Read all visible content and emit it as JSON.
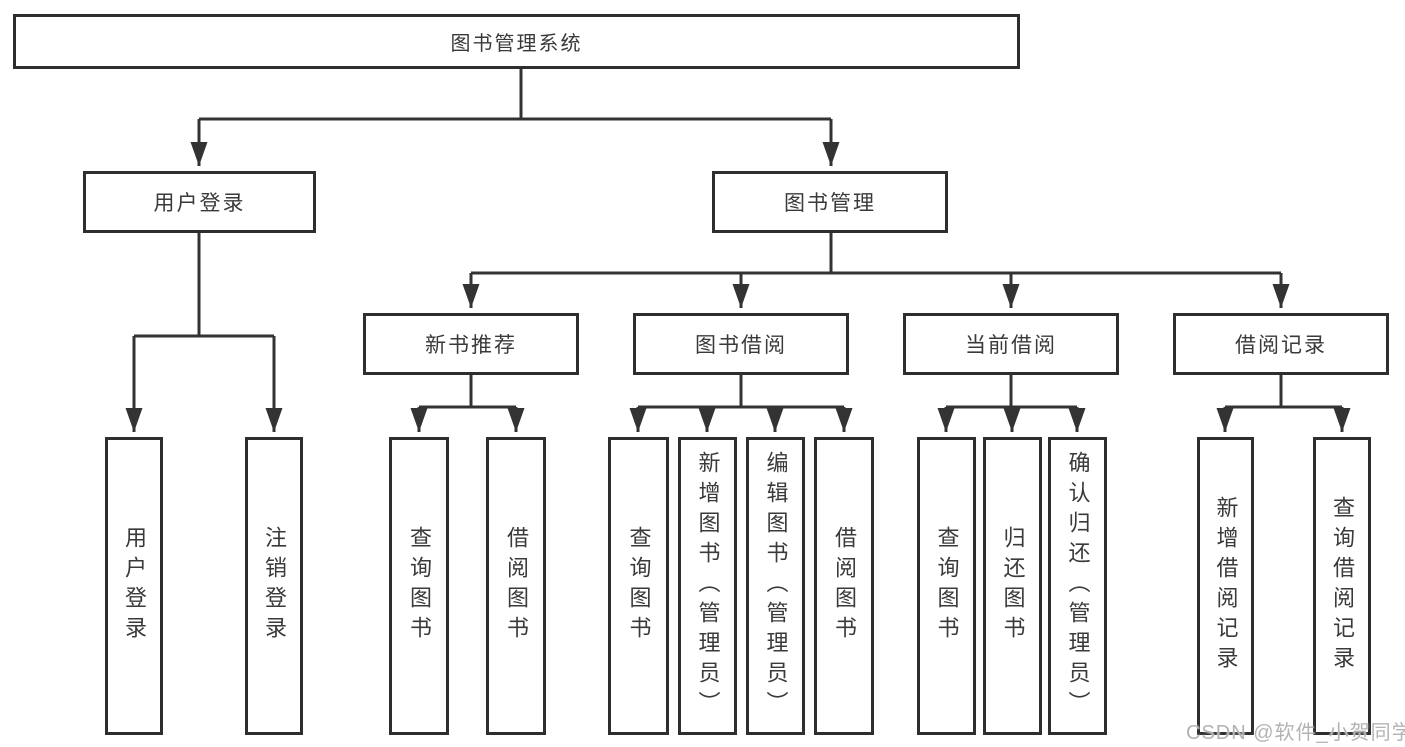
{
  "diagram": {
    "root": {
      "label": "图书管理系统"
    },
    "level2": [
      {
        "label": "用户登录"
      },
      {
        "label": "图书管理"
      }
    ],
    "level3": [
      {
        "label": "新书推荐"
      },
      {
        "label": "图书借阅"
      },
      {
        "label": "当前借阅"
      },
      {
        "label": "借阅记录"
      }
    ],
    "leaves": {
      "user": [
        "用户登录",
        "注销登录"
      ],
      "newbook": [
        "查询图书",
        "借阅图书"
      ],
      "borrow": [
        "查询图书",
        "新增图书（管理员）",
        "编辑图书（管理员）",
        "借阅图书"
      ],
      "current": [
        "查询图书",
        "归还图书",
        "确认归还（管理员）"
      ],
      "records": [
        "新增借阅记录",
        "查询借阅记录"
      ]
    }
  },
  "watermark": {
    "text": "CSDN @软件_小贺同学"
  },
  "colors": {
    "line": "#333333",
    "border": "#2e2e2e",
    "text": "#3a3a3a",
    "watermark": "#b3b3b3"
  }
}
